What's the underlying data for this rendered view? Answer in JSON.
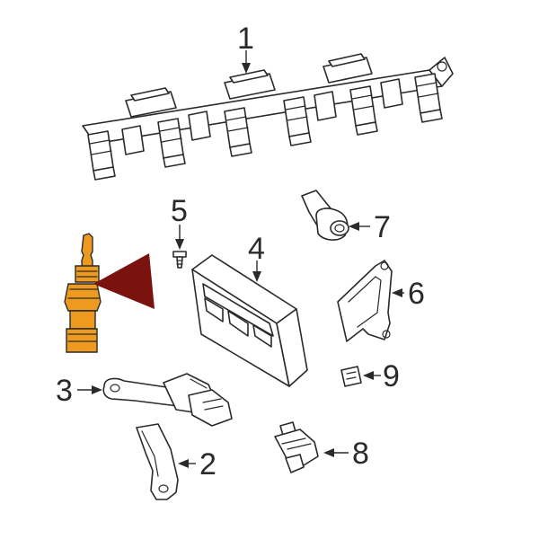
{
  "parts": [
    {
      "id": "ignition-coil-rail",
      "number": "1"
    },
    {
      "id": "sensor-bracket",
      "number": "2"
    },
    {
      "id": "crankshaft-position-sensor",
      "number": "3"
    },
    {
      "id": "engine-control-module",
      "number": "4"
    },
    {
      "id": "mounting-screw",
      "number": "5"
    },
    {
      "id": "module-bracket",
      "number": "6"
    },
    {
      "id": "camshaft-position-sensor",
      "number": "7"
    },
    {
      "id": "throttle-position-sensor",
      "number": "8"
    },
    {
      "id": "connector-clip",
      "number": "9"
    }
  ],
  "colors": {
    "highlight_fill": "#ee9a1e",
    "pointer_fill": "#7a120d",
    "line": "#2a2a2a"
  }
}
